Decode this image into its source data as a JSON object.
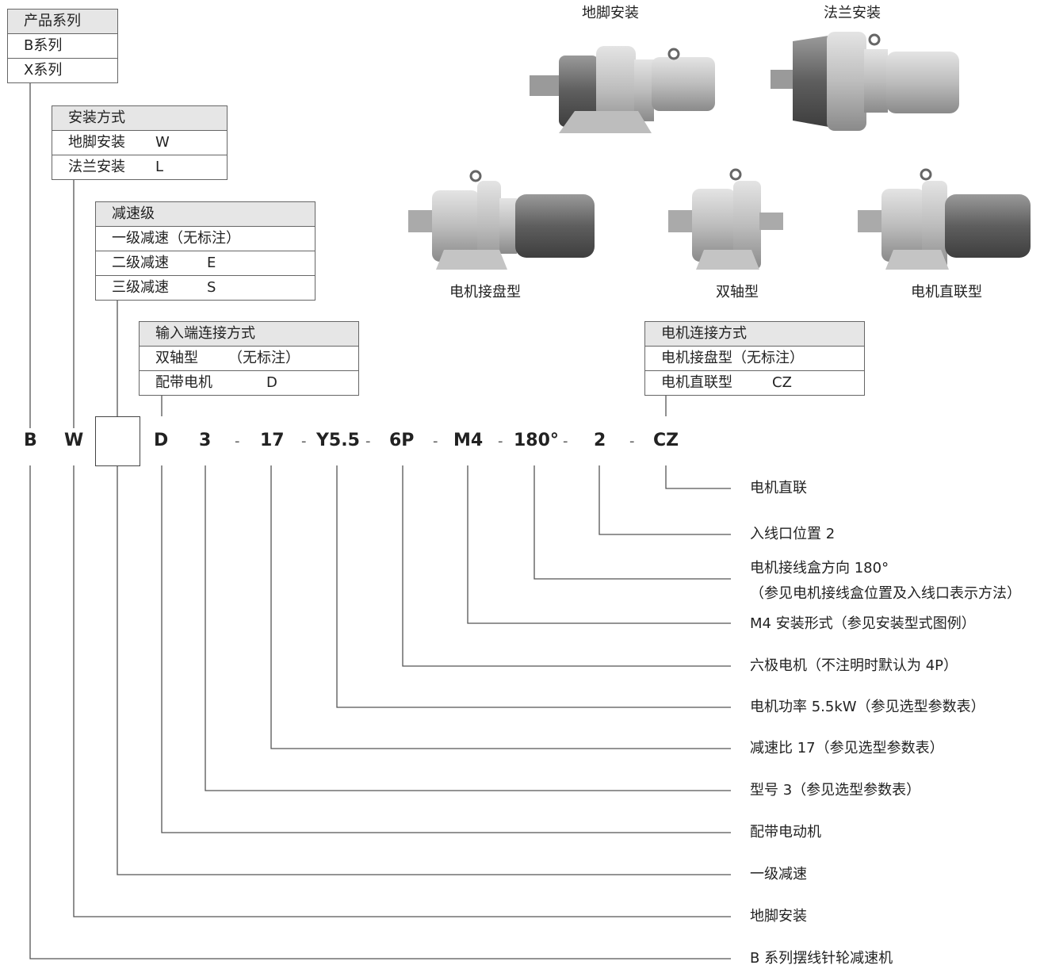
{
  "tables": {
    "series": {
      "header": "产品系列",
      "rows": [
        {
          "label": "B系列",
          "code": ""
        },
        {
          "label": "X系列",
          "code": ""
        }
      ]
    },
    "mount": {
      "header": "安装方式",
      "rows": [
        {
          "label": "地脚安装",
          "code": "W"
        },
        {
          "label": "法兰安装",
          "code": "L"
        }
      ]
    },
    "stage": {
      "header": "减速级",
      "rows": [
        {
          "label": "一级减速（无标注）",
          "code": ""
        },
        {
          "label": "二级减速",
          "code": "E"
        },
        {
          "label": "三级减速",
          "code": "S"
        }
      ]
    },
    "input": {
      "header": "输入端连接方式",
      "rows": [
        {
          "label": "双轴型",
          "code": "（无标注）"
        },
        {
          "label": "配带电机",
          "code": "D"
        }
      ]
    },
    "motor_conn": {
      "header": "电机连接方式",
      "rows": [
        {
          "label": "电机接盘型（无标注）",
          "code": ""
        },
        {
          "label": "电机直联型",
          "code": "CZ"
        }
      ]
    }
  },
  "images": {
    "foot": "地脚安装",
    "flange": "法兰安装",
    "motor_flange": "电机接盘型",
    "dual_shaft": "双轴型",
    "direct": "电机直联型"
  },
  "code": {
    "B": "B",
    "W": "W",
    "D": "D",
    "model": "3",
    "ratio": "17",
    "power": "Y5.5",
    "poles": "6P",
    "mounting": "M4",
    "angle": "180°",
    "entry": "2",
    "cz": "CZ",
    "dash": "-"
  },
  "explanations": {
    "cz": "电机直联",
    "entry": "入线口位置 2",
    "angle": "电机接线盒方向 180°",
    "angle_note": "（参见电机接线盒位置及入线口表示方法）",
    "mounting": "M4 安装形式（参见安装型式图例）",
    "poles": "六极电机（不注明时默认为 4P）",
    "power": "电机功率 5.5kW（参见选型参数表）",
    "ratio": "减速比 17（参见选型参数表）",
    "model": "型号 3（参见选型参数表）",
    "D": "配带电动机",
    "stage": "一级减速",
    "W": "地脚安装",
    "B": "B 系列摆线针轮减速机"
  }
}
